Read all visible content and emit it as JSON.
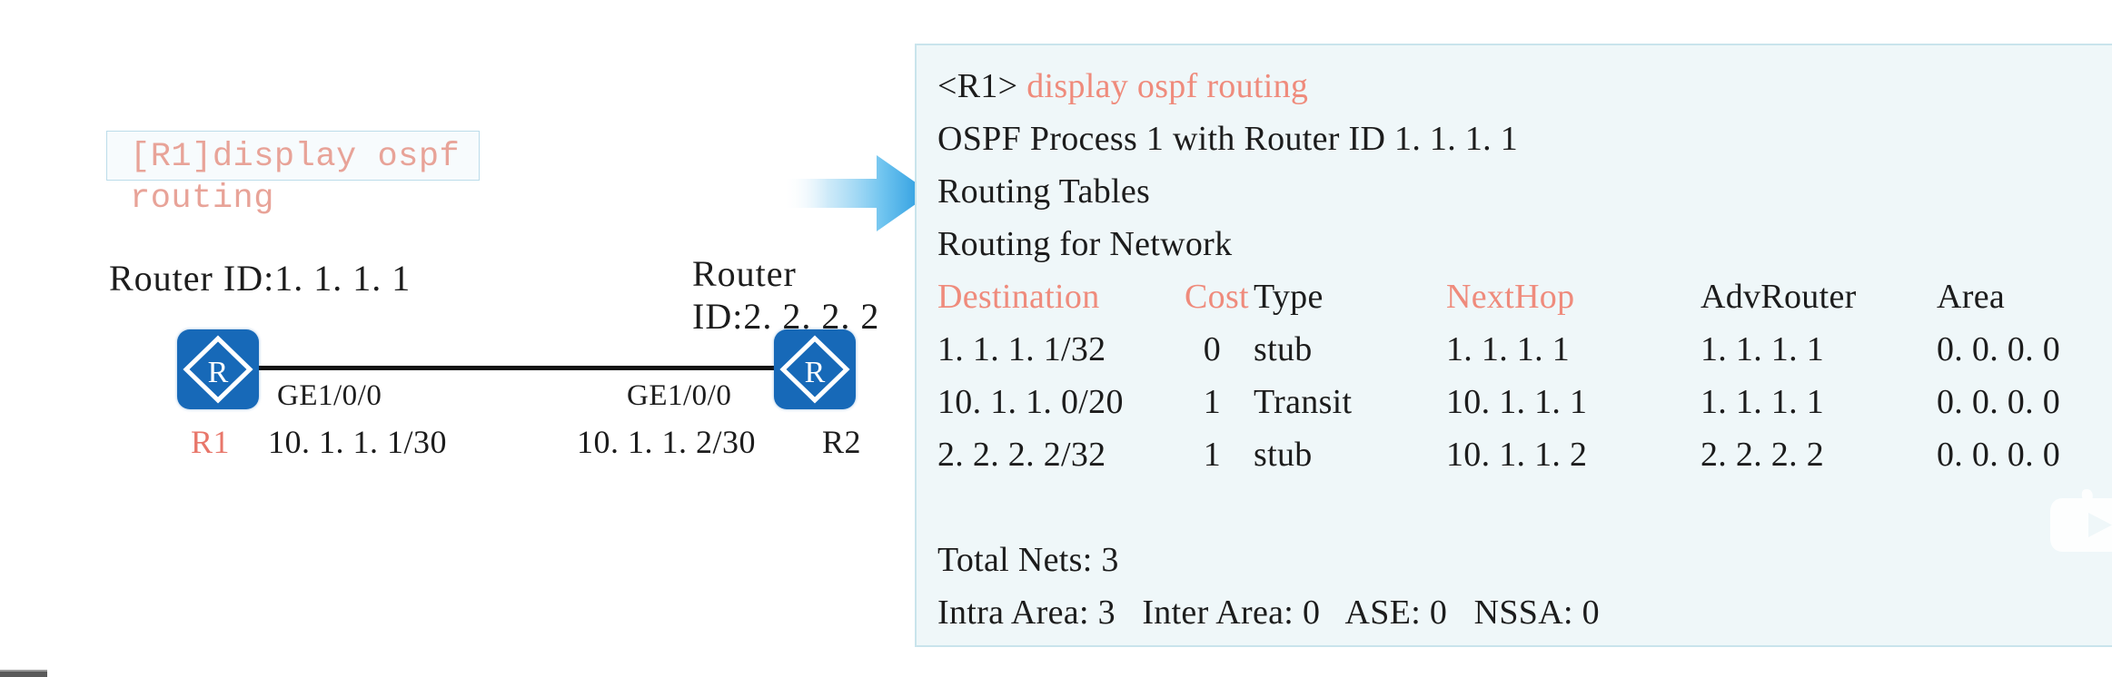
{
  "colors": {
    "accent_red": "#ef8b7c",
    "router_blue": "#1769b8",
    "panel_bg": "#eff7f9",
    "panel_border": "#c9e4ec",
    "callout_border": "#bcdcea",
    "arrow_blue": "#3fa9e8",
    "link_black": "#111111"
  },
  "diagram": {
    "callout": {
      "line1": "[R1]display ospf",
      "line2": "routing"
    },
    "left_router": {
      "router_id_label": "Router ID:1. 1. 1. 1",
      "icon_glyph": "R",
      "name": "R1",
      "interface": "GE1/0/0",
      "address": "10. 1. 1. 1/30"
    },
    "right_router": {
      "router_id_label_line1": "Router",
      "router_id_label_line2": "ID:2. 2. 2. 2",
      "icon_glyph": "R",
      "name": "R2",
      "interface": "GE1/0/0",
      "address": "10. 1. 1. 2/30"
    },
    "arrow": "flow-arrow-right"
  },
  "terminal": {
    "prompt": "<R1>",
    "command": "display ospf routing",
    "lines": [
      "OSPF Process 1 with Router ID 1. 1. 1. 1",
      "Routing Tables",
      "Routing for Network"
    ],
    "table": {
      "headers": {
        "destination": "Destination",
        "cost": "Cost",
        "type": "Type",
        "nexthop": "NextHop",
        "advrouter": "AdvRouter",
        "area": "Area"
      },
      "rows": [
        {
          "destination": "1. 1. 1. 1/32",
          "cost": "0",
          "type": "stub",
          "nexthop": "1. 1. 1. 1",
          "advrouter": "1. 1. 1. 1",
          "area": "0. 0. 0. 0"
        },
        {
          "destination": "10. 1. 1. 0/20",
          "cost": "1",
          "type": "Transit",
          "nexthop": "10. 1. 1. 1",
          "advrouter": "1. 1. 1. 1",
          "area": "0. 0. 0. 0"
        },
        {
          "destination": "2. 2. 2. 2/32",
          "cost": "1",
          "type": "stub",
          "nexthop": "10. 1. 1. 2",
          "advrouter": "2. 2. 2. 2",
          "area": "0. 0. 0. 0"
        }
      ]
    },
    "summary": {
      "total_nets": "Total Nets: 3",
      "counts": "Intra Area: 3   Inter Area: 0   ASE: 0   NSSA: 0"
    }
  }
}
